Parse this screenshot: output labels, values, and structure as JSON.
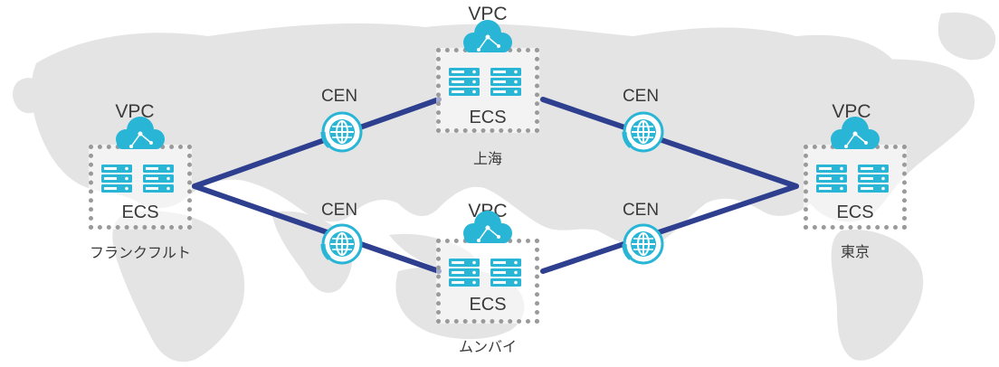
{
  "nodes": [
    {
      "id": "frankfurt",
      "vpc": "VPC",
      "ecs": "ECS",
      "city": "フランクフルト"
    },
    {
      "id": "shanghai",
      "vpc": "VPC",
      "ecs": "ECS",
      "city": "上海"
    },
    {
      "id": "mumbai",
      "vpc": "VPC",
      "ecs": "ECS",
      "city": "ムンバイ"
    },
    {
      "id": "tokyo",
      "vpc": "VPC",
      "ecs": "ECS",
      "city": "東京"
    }
  ],
  "cen": [
    "CEN",
    "CEN",
    "CEN",
    "CEN"
  ],
  "colors": {
    "link": "#2f3f8f",
    "cloud": "#29b6d6",
    "server": "#29b6d6",
    "cen_ring": "#29b6d6",
    "map": "#e3e3e3",
    "box_border": "#9a9a9a"
  }
}
